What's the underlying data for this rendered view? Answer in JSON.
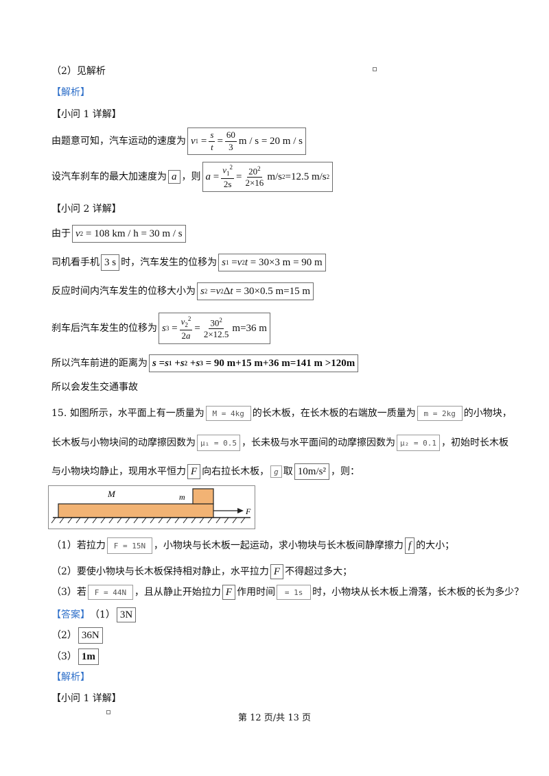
{
  "l1": "（2）见解析",
  "jiexi1": "【解析】",
  "sub1": "【小问 1 详解】",
  "l4_pre": "由题意可知，汽车运动的速度为",
  "l5_pre": "设汽车刹车的最大加速度为",
  "l5_a": "a",
  "l5_mid": "，则",
  "sub2": "【小问 2 详解】",
  "l7_pre": "由于",
  "l8_pre": "司机看手机",
  "l8_t": "3 s",
  "l8_mid": "时，汽车发生的位移为",
  "l9_pre": "反应时间内汽车发生的位移大小为",
  "l10_pre": "刹车后汽车发生的位移为",
  "l11_pre": "所以汽车前进的距离为",
  "l12": "所以会发生交通事故",
  "q15": {
    "a1": "15. 如图所示，水平面上有一质量为",
    "M": "M = 4kg",
    "a2": "的长木板，在长木板的右端放一质量为",
    "m": "m = 2kg",
    "a3": "的小物块，",
    "b1": "长木板与小物块间的动摩擦因数为",
    "mu1": "μ₁ = 0.5",
    "b2": "，长未极与水平面间的动摩擦因数为",
    "mu2": "μ₂ = 0.1",
    "b3": "，初始时长木板",
    "c1": "与小物块均静止，现用水平恒力",
    "F": "F",
    "c2": "向右拉长木板，",
    "g": "g",
    "c3": "取",
    "gval": "10m/s²",
    "c4": "，则：",
    "diagram": {
      "M": "M",
      "m": "m",
      "F": "F"
    },
    "p1a": "（1）若拉力",
    "p1F": "F = 15N",
    "p1b": "，小物块与长木板一起运动，求小物块与长木板间静摩擦力",
    "p1f": "f",
    "p1c": "的大小；",
    "p2a": "（2）要使小物块与长木板保持相对静止，水平拉力",
    "p2F": "F",
    "p2b": "不得超过多大；",
    "p3a": "（3）若",
    "p3F": "F = 44N",
    "p3b": "，且从静止开始拉力",
    "p3F2": "F",
    "p3c": "作用时间",
    "p3t": "= 1s",
    "p3d": "时，小物块从长木板上滑落，长木板的长为多少？",
    "ans_label": "【答案】",
    "ans1_pre": "（1）",
    "ans1": "3N",
    "ans2_pre": "（2）",
    "ans2": "36N",
    "ans3_pre": "（3）",
    "ans3": "1m",
    "jiexi2": "【解析】",
    "sub3": "【小问 1 详解】"
  },
  "footer": "第 12 页/共 13 页"
}
